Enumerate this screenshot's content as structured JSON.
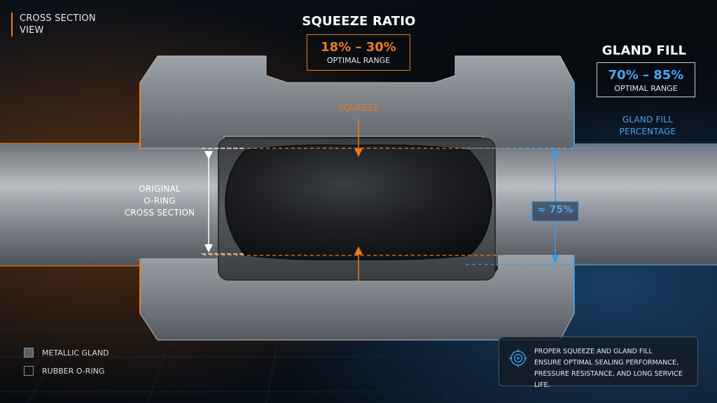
{
  "corner_title": [
    "CROSS SECTION",
    "VIEW"
  ],
  "squeeze_ratio": {
    "title": "SQUEEZE RATIO",
    "range": "18% – 30%",
    "sub": "OPTIMAL RANGE"
  },
  "gland_fill": {
    "title": "GLAND FILL",
    "range": "70% – 85%",
    "sub": "OPTIMAL RANGE"
  },
  "labels": {
    "squeeze": "SQUEEZE",
    "gland_fill_pct": [
      "GLAND FILL",
      "PERCENTAGE"
    ],
    "original": [
      "ORIGINAL",
      "O-RING",
      "CROSS SECTION"
    ],
    "fill_value": "≈ 75%"
  },
  "legend": [
    {
      "label": "METALLIC GLAND",
      "color": "#5b6068"
    },
    {
      "label": "RUBBER O-RING",
      "color": "#111317"
    }
  ],
  "info": [
    "PROPER SQUEEZE AND GLAND FILL",
    "ENSURE OPTIMAL SEALING PERFORMANCE,",
    "PRESSURE RESISTANCE, AND LONG SERVICE LIFE."
  ],
  "colors": {
    "accent_orange": "#f07a1a",
    "accent_blue": "#3a9be8",
    "metal": "#8e939a",
    "rubber": "#16181c"
  },
  "icons": {
    "info": "target-icon"
  }
}
